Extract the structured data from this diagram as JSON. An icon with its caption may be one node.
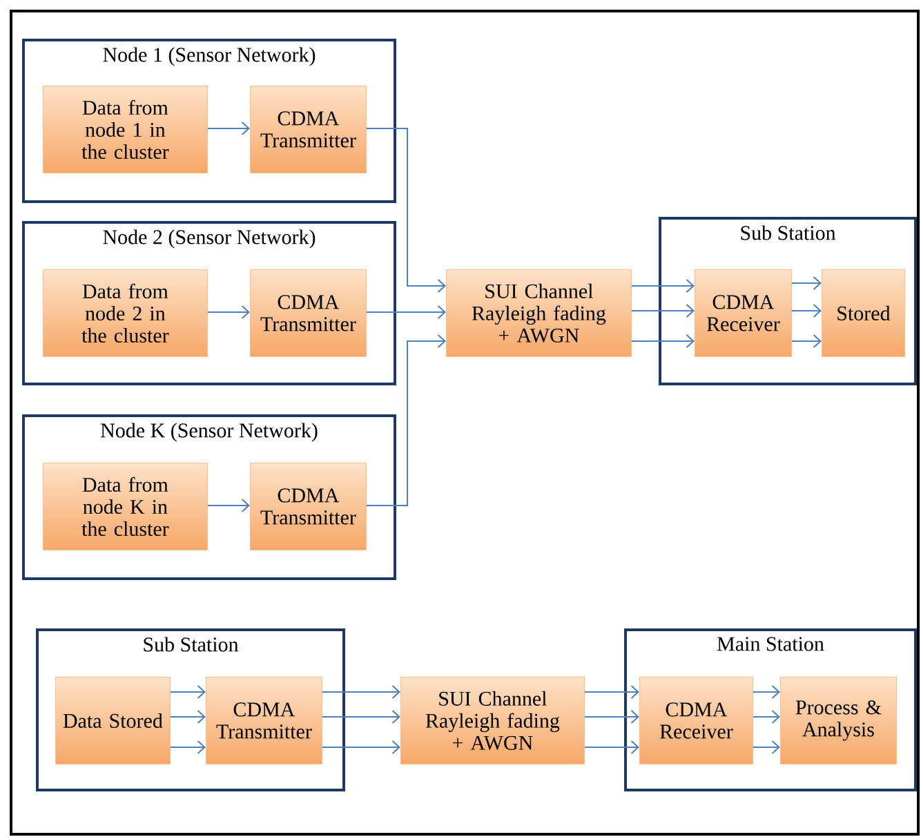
{
  "diagram": {
    "nodes": [
      {
        "text": [
          "Node 1 (Sensor Network)"
        ]
      },
      {
        "text": [
          "Data from node 1 in the cluster"
        ],
        "in": 0
      },
      {
        "text": [
          "CDMA Transmitter"
        ],
        "in": 0
      },
      {
        "text": [
          "Node 2 (Sensor Network)"
        ]
      },
      {
        "text": [
          "Data from node 2 in the cluster"
        ],
        "in": 3
      },
      {
        "text": [
          "CDMA Transmitter"
        ],
        "in": 3
      },
      {
        "text": [
          "Node K (Sensor Network)"
        ]
      },
      {
        "text": [
          "Data from node K in the cluster"
        ],
        "in": 6
      },
      {
        "text": [
          "CDMA Transmitter"
        ],
        "in": 6
      },
      {
        "text": [
          "SUI Channel Rayleigh fading + AWGN"
        ]
      },
      {
        "text": [
          "Sub Station"
        ]
      },
      {
        "text": [
          "CDMA Receiver"
        ],
        "in": 10
      },
      {
        "text": [
          "Stored"
        ],
        "in": 10
      },
      {
        "text": [
          "Sub Station"
        ]
      },
      {
        "text": [
          "Data Stored"
        ],
        "in": 13
      },
      {
        "text": [
          "CDMA Transmitter"
        ],
        "in": 13
      },
      {
        "text": [
          "SUI Channel Rayleigh fading + AWGN"
        ]
      },
      {
        "text": [
          "Main Station"
        ]
      },
      {
        "text": [
          "CDMA Receiver"
        ],
        "in": 17
      },
      {
        "text": [
          "Process & Analysis"
        ],
        "in": 17
      }
    ],
    "edges": [
      {
        "from": 1,
        "to": 2,
        "arrow": "to"
      },
      {
        "from": 4,
        "to": 5,
        "arrow": "to"
      },
      {
        "from": 7,
        "to": 8,
        "arrow": "to"
      },
      {
        "from": 2,
        "to": 9,
        "arrow": "to"
      },
      {
        "from": 5,
        "to": 9,
        "arrow": "to"
      },
      {
        "from": 8,
        "to": 9,
        "arrow": "to"
      },
      {
        "from": 9,
        "to": 11,
        "arrow": "to"
      },
      {
        "from": 9,
        "to": 11,
        "arrow": "to"
      },
      {
        "from": 9,
        "to": 11,
        "arrow": "to"
      },
      {
        "from": 11,
        "to": 12,
        "arrow": "to"
      },
      {
        "from": 11,
        "to": 12,
        "arrow": "to"
      },
      {
        "from": 11,
        "to": 12,
        "arrow": "to"
      },
      {
        "from": 14,
        "to": 15,
        "arrow": "to"
      },
      {
        "from": 14,
        "to": 15,
        "arrow": "to"
      },
      {
        "from": 14,
        "to": 15,
        "arrow": "to"
      },
      {
        "from": 15,
        "to": 16,
        "arrow": "to"
      },
      {
        "from": 15,
        "to": 16,
        "arrow": "to"
      },
      {
        "from": 15,
        "to": 16,
        "arrow": "to"
      },
      {
        "from": 16,
        "to": 18,
        "arrow": "to"
      },
      {
        "from": 16,
        "to": 18,
        "arrow": "to"
      },
      {
        "from": 16,
        "to": 18,
        "arrow": "to"
      },
      {
        "from": 18,
        "to": 19,
        "arrow": "to"
      },
      {
        "from": 18,
        "to": 19,
        "arrow": "to"
      },
      {
        "from": 18,
        "to": 19,
        "arrow": "to"
      }
    ]
  }
}
